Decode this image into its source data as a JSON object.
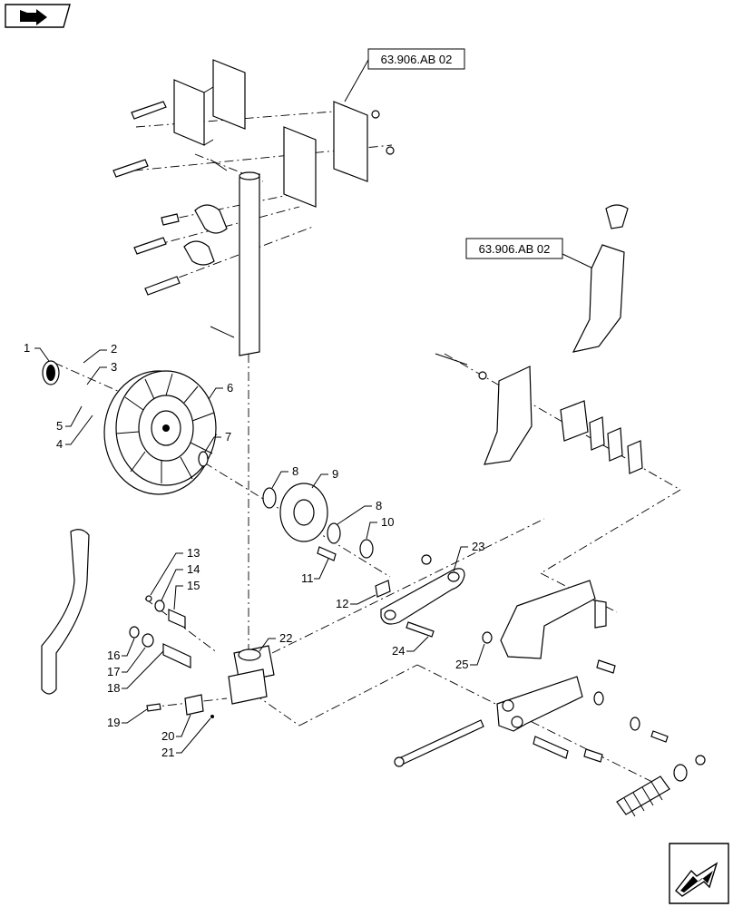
{
  "references": [
    {
      "id": "ref-top",
      "label": "63.906.AB 02"
    },
    {
      "id": "ref-right",
      "label": "63.906.AB 02"
    }
  ],
  "callouts": [
    "1",
    "2",
    "3",
    "4",
    "5",
    "6",
    "7",
    "8",
    "9",
    "8",
    "10",
    "11",
    "12",
    "13",
    "14",
    "15",
    "16",
    "17",
    "18",
    "19",
    "20",
    "21",
    "22",
    "23",
    "24",
    "25"
  ],
  "icons": {
    "top_left": "book-arrow-icon",
    "bottom_right": "next-page-arrow-icon"
  }
}
